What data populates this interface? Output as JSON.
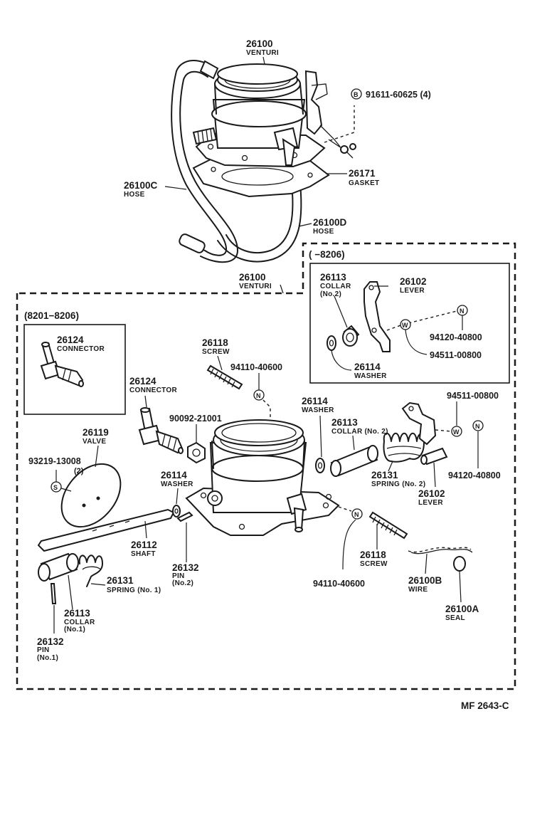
{
  "labels": {
    "venturi_top_pn": "26100",
    "venturi_top_nm": "VENTURI",
    "bolt_pn": "91611-60625 (4)",
    "bolt_sym": "B",
    "gasket_pn": "26171",
    "gasket_nm": "GASKET",
    "hoseC_pn": "26100C",
    "hoseC_nm": "HOSE",
    "hoseD_pn": "26100D",
    "hoseD_nm": "HOSE",
    "venturi_main_pn": "26100",
    "venturi_main_nm": "VENTURI",
    "range_right": "(      −8206)",
    "range_left": "(8201−8206)",
    "inset_collar_pn": "26113",
    "inset_collar_nm1": "COLLAR",
    "inset_collar_nm2": "(No.2)",
    "inset_lever_pn": "26102",
    "inset_lever_nm": "LEVER",
    "inset_nut_pn": "94120-40800",
    "inset_washer_pn": "94511-00800",
    "inset_washer26114_pn": "26114",
    "inset_washer26114_nm": "WASHER",
    "inset_conn_pn": "26124",
    "inset_conn_nm": "CONNECTOR",
    "screw_top_pn": "26118",
    "screw_top_nm": "SCREW",
    "nut_top_pn": "94110-40600",
    "conn_pn": "26124",
    "conn_nm": "CONNECTOR",
    "nut90092_pn": "90092-21001",
    "valve_pn": "26119",
    "valve_nm": "VALVE",
    "screwS_pn": "93219-13008",
    "screwS_qty": "(2)",
    "washer_mid_pn": "26114",
    "washer_mid_nm": "WASHER",
    "washer_right_pn": "26114",
    "washer_right_nm": "WASHER",
    "collar2_pn": "26113",
    "collar2_nm": "COLLAR (No. 2)",
    "w94511_pn": "94511-00800",
    "n94120_pn": "94120-40800",
    "spring2_pn": "26131",
    "spring2_nm": "SPRING (No. 2)",
    "lever_pn": "26102",
    "lever_nm": "LEVER",
    "shaft_pn": "26112",
    "shaft_nm": "SHAFT",
    "pin2_pn": "26132",
    "pin2_nm1": "PIN",
    "pin2_nm2": "(No.2)",
    "spring1_pn": "26131",
    "spring1_nm": "SPRING (No. 1)",
    "collar1_pn": "26113",
    "collar1_nm1": "COLLAR",
    "collar1_nm2": "(No.1)",
    "pin1_pn": "26132",
    "pin1_nm1": "PIN",
    "pin1_nm2": "(No.1)",
    "nut_bot_pn": "94110-40600",
    "screw_bot_pn": "26118",
    "screw_bot_nm": "SCREW",
    "wire_pn": "26100B",
    "wire_nm": "WIRE",
    "seal_pn": "26100A",
    "seal_nm": "SEAL",
    "code": "MF  2643-C",
    "sym_N": "N",
    "sym_W": "W",
    "sym_S": "S"
  }
}
